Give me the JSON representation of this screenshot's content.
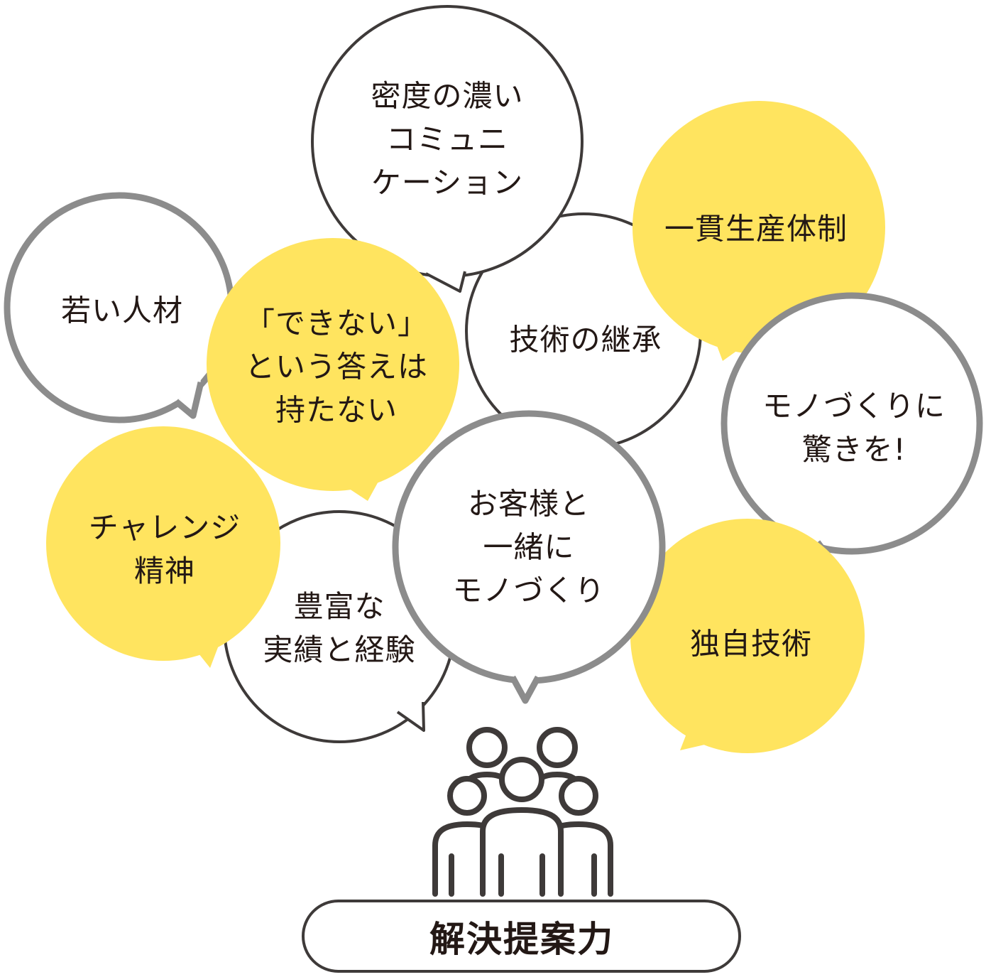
{
  "colors": {
    "yellow": "#FFE45F",
    "gray_stroke": "#8C8C8C",
    "dark_stroke": "#3E3A39",
    "text": "#231815"
  },
  "bubbles": {
    "communication": {
      "lines": [
        "密度の濃い",
        "コミュニ",
        "ケーション"
      ],
      "fill": "white",
      "stroke": "dark"
    },
    "young_talent": {
      "lines": [
        "若い人材"
      ],
      "fill": "white",
      "stroke": "gray"
    },
    "never_say_no": {
      "lines": [
        "「できない」",
        "という答えは",
        "持たない"
      ],
      "fill": "yellow",
      "stroke": "none"
    },
    "tech_succession": {
      "lines": [
        "技術の継承"
      ],
      "fill": "white",
      "stroke": "dark"
    },
    "integrated_production": {
      "lines": [
        "一貫生産体制"
      ],
      "fill": "yellow",
      "stroke": "none"
    },
    "surprise_making": {
      "lines": [
        "モノづくりに",
        "驚きを!"
      ],
      "fill": "white",
      "stroke": "gray"
    },
    "challenge_spirit": {
      "lines": [
        "チャレンジ",
        "精神"
      ],
      "fill": "yellow",
      "stroke": "none"
    },
    "experience": {
      "lines": [
        "豊富な",
        "実績と経験"
      ],
      "fill": "white",
      "stroke": "dark"
    },
    "with_customers": {
      "lines": [
        "お客様と",
        "一緒に",
        "モノづくり"
      ],
      "fill": "white",
      "stroke": "gray"
    },
    "original_tech": {
      "lines": [
        "独自技術"
      ],
      "fill": "yellow",
      "stroke": "none"
    }
  },
  "people_icon": "group-of-people-icon",
  "result_label": "解決提案力"
}
